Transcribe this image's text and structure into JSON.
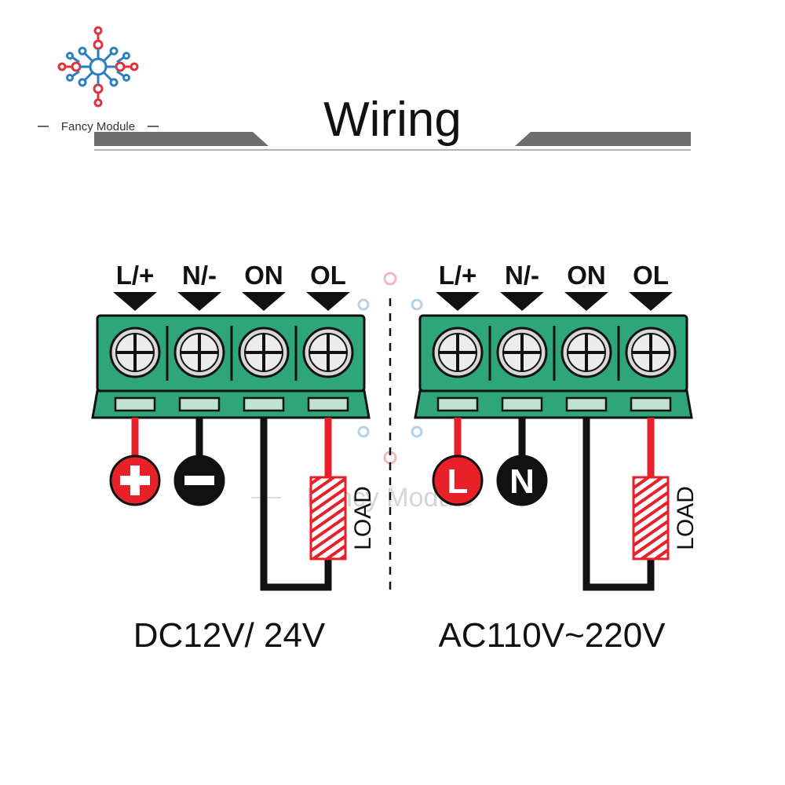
{
  "brand": {
    "name": "Fancy Module",
    "watermark_text": "Fancy Module"
  },
  "header": {
    "title": "Wiring"
  },
  "colors": {
    "terminal_green": "#2fa67a",
    "terminal_green_dark": "#1e7a57",
    "wire_red": "#e8202a",
    "wire_black": "#111111",
    "logo_red": "#e0323c",
    "logo_blue": "#2b7fc1",
    "banner_gray": "#6e6e6e"
  },
  "dc_panel": {
    "terminals": [
      "L/+",
      "N/-",
      "ON",
      "OL"
    ],
    "source_positive": "+",
    "source_negative": "-",
    "load_label": "LOAD",
    "caption": "DC12V/ 24V"
  },
  "ac_panel": {
    "terminals": [
      "L/+",
      "N/-",
      "ON",
      "OL"
    ],
    "source_line": "L",
    "source_neutral": "N",
    "load_label": "LOAD",
    "caption": "AC110V~220V"
  }
}
